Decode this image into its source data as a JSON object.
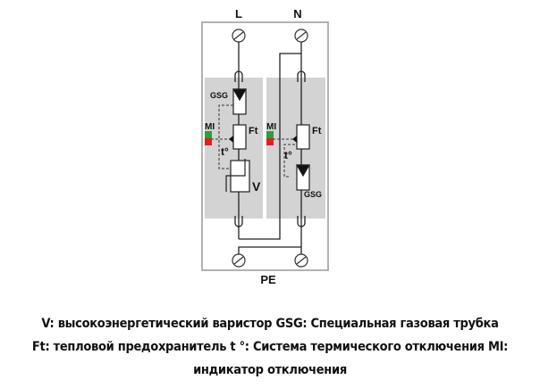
{
  "diagram": {
    "labels": {
      "L": "L",
      "N": "N",
      "PE": "PE",
      "gsg": "GSG",
      "ft": "Ft",
      "mi": "MI",
      "t": "t°",
      "v": "V"
    },
    "colors": {
      "module": "#d3d3d3",
      "indicator_ok": "#2e9e3a",
      "indicator_fault": "#e0201a"
    }
  },
  "caption": {
    "line1": "V: высокоэнергетический варистор GSG: Специальная газовая трубка",
    "line2": "Ft: тепловой предохранитель t °: Система термического отключения MI:",
    "line3": "индикатор отключения"
  }
}
